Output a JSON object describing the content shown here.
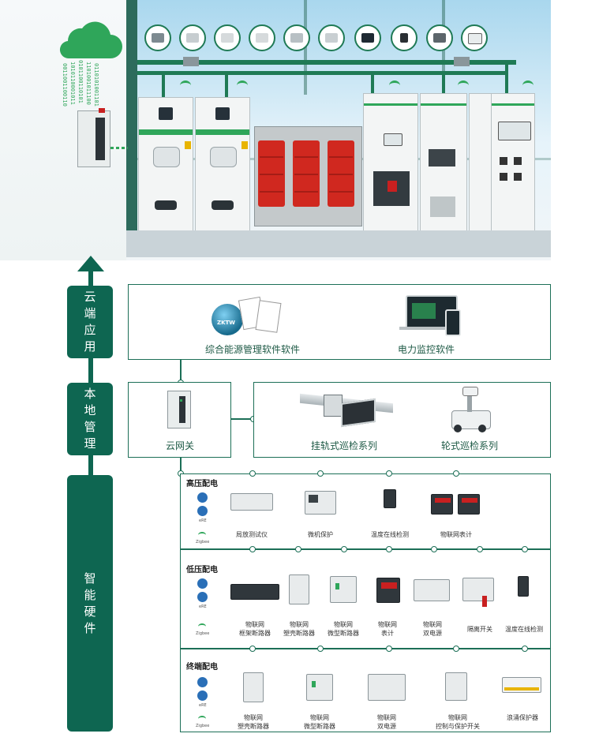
{
  "top_binary": [
    "0011001100110",
    "1010110001011",
    "0101100110101",
    "1101001011100",
    "0110101001101"
  ],
  "tiers": {
    "cloud": "云端应用",
    "local": "本地管理",
    "hardware": "智能硬件"
  },
  "cloud_apps": [
    {
      "label": "综合能源管理软件软件",
      "logo_text": "ZKTW"
    },
    {
      "label": "电力监控软件"
    }
  ],
  "local": {
    "gateway": "云网关",
    "patrol": [
      {
        "label": "挂轨式巡检系列"
      },
      {
        "label": "轮式巡检系列"
      }
    ]
  },
  "protocols": {
    "bt": "eRE",
    "zigbee": "Zigbee"
  },
  "sections": [
    {
      "title": "高压配电",
      "devices": [
        {
          "label": "局放测试仪"
        },
        {
          "label": "微机保护"
        },
        {
          "label": "温度在线检测"
        },
        {
          "label": "物联网表计"
        }
      ]
    },
    {
      "title": "低压配电",
      "devices": [
        {
          "label": "物联网\n框架断路器"
        },
        {
          "label": "物联网\n塑壳断路器"
        },
        {
          "label": "物联网\n微型断路器"
        },
        {
          "label": "物联网\n表计"
        },
        {
          "label": "物联网\n双电源"
        },
        {
          "label": "隔离开关"
        },
        {
          "label": "温度在线检测"
        }
      ]
    },
    {
      "title": "终端配电",
      "devices": [
        {
          "label": "物联网\n塑壳断路器"
        },
        {
          "label": "物联网\n微型断路器"
        },
        {
          "label": "物联网\n双电源"
        },
        {
          "label": "物联网\n控制与保护开关"
        },
        {
          "label": "浪涌保护器"
        }
      ]
    }
  ],
  "colors": {
    "primary": "#0e6651",
    "accent": "#2fa65a",
    "transformer": "#d0281f"
  }
}
